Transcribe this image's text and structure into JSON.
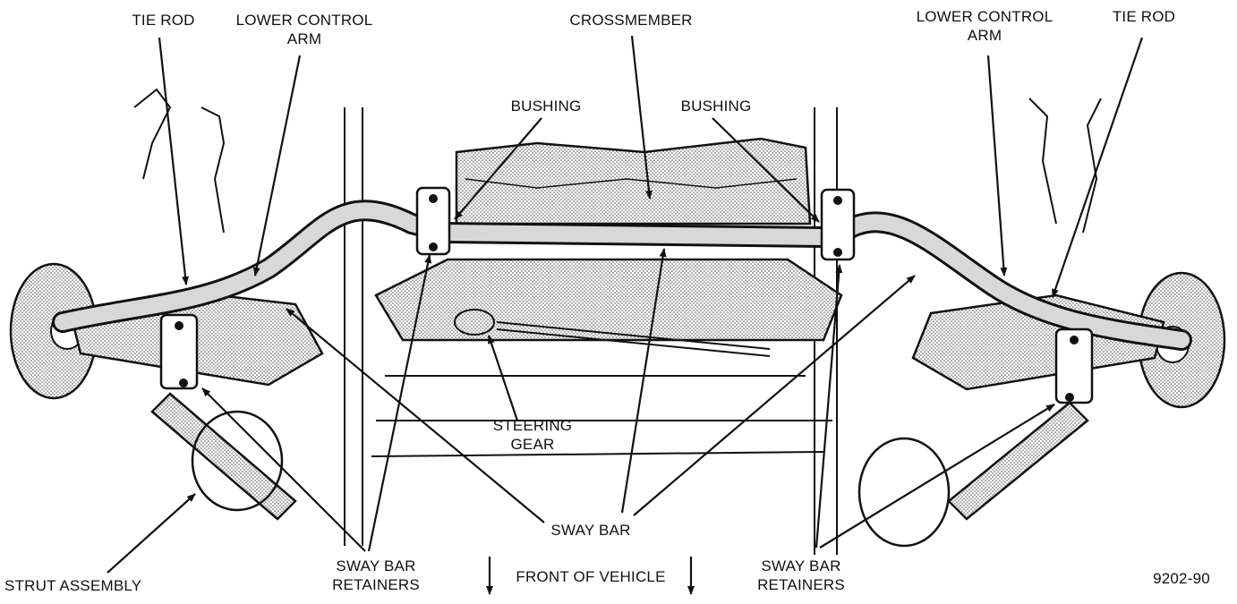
{
  "labels": {
    "tie_rod_left": "TIE ROD",
    "lower_control_arm_left": [
      "LOWER CONTROL",
      "ARM"
    ],
    "crossmember": "CROSSMEMBER",
    "lower_control_arm_right": [
      "LOWER CONTROL",
      "ARM"
    ],
    "tie_rod_right": "TIE ROD",
    "bushing_left": "BUSHING",
    "bushing_right": "BUSHING",
    "steering_gear": [
      "STEERING",
      "GEAR"
    ],
    "sway_bar": "SWAY BAR",
    "strut_assembly": "STRUT ASSEMBLY",
    "sway_bar_retainers_left": [
      "SWAY BAR",
      "RETAINERS"
    ],
    "front_of_vehicle": "FRONT OF VEHICLE",
    "sway_bar_retainers_right": [
      "SWAY BAR",
      "RETAINERS"
    ],
    "figure_number": "9202-90"
  },
  "colors": {
    "line": "#111111",
    "shade": "#c9c9c9",
    "background": "#ffffff"
  }
}
